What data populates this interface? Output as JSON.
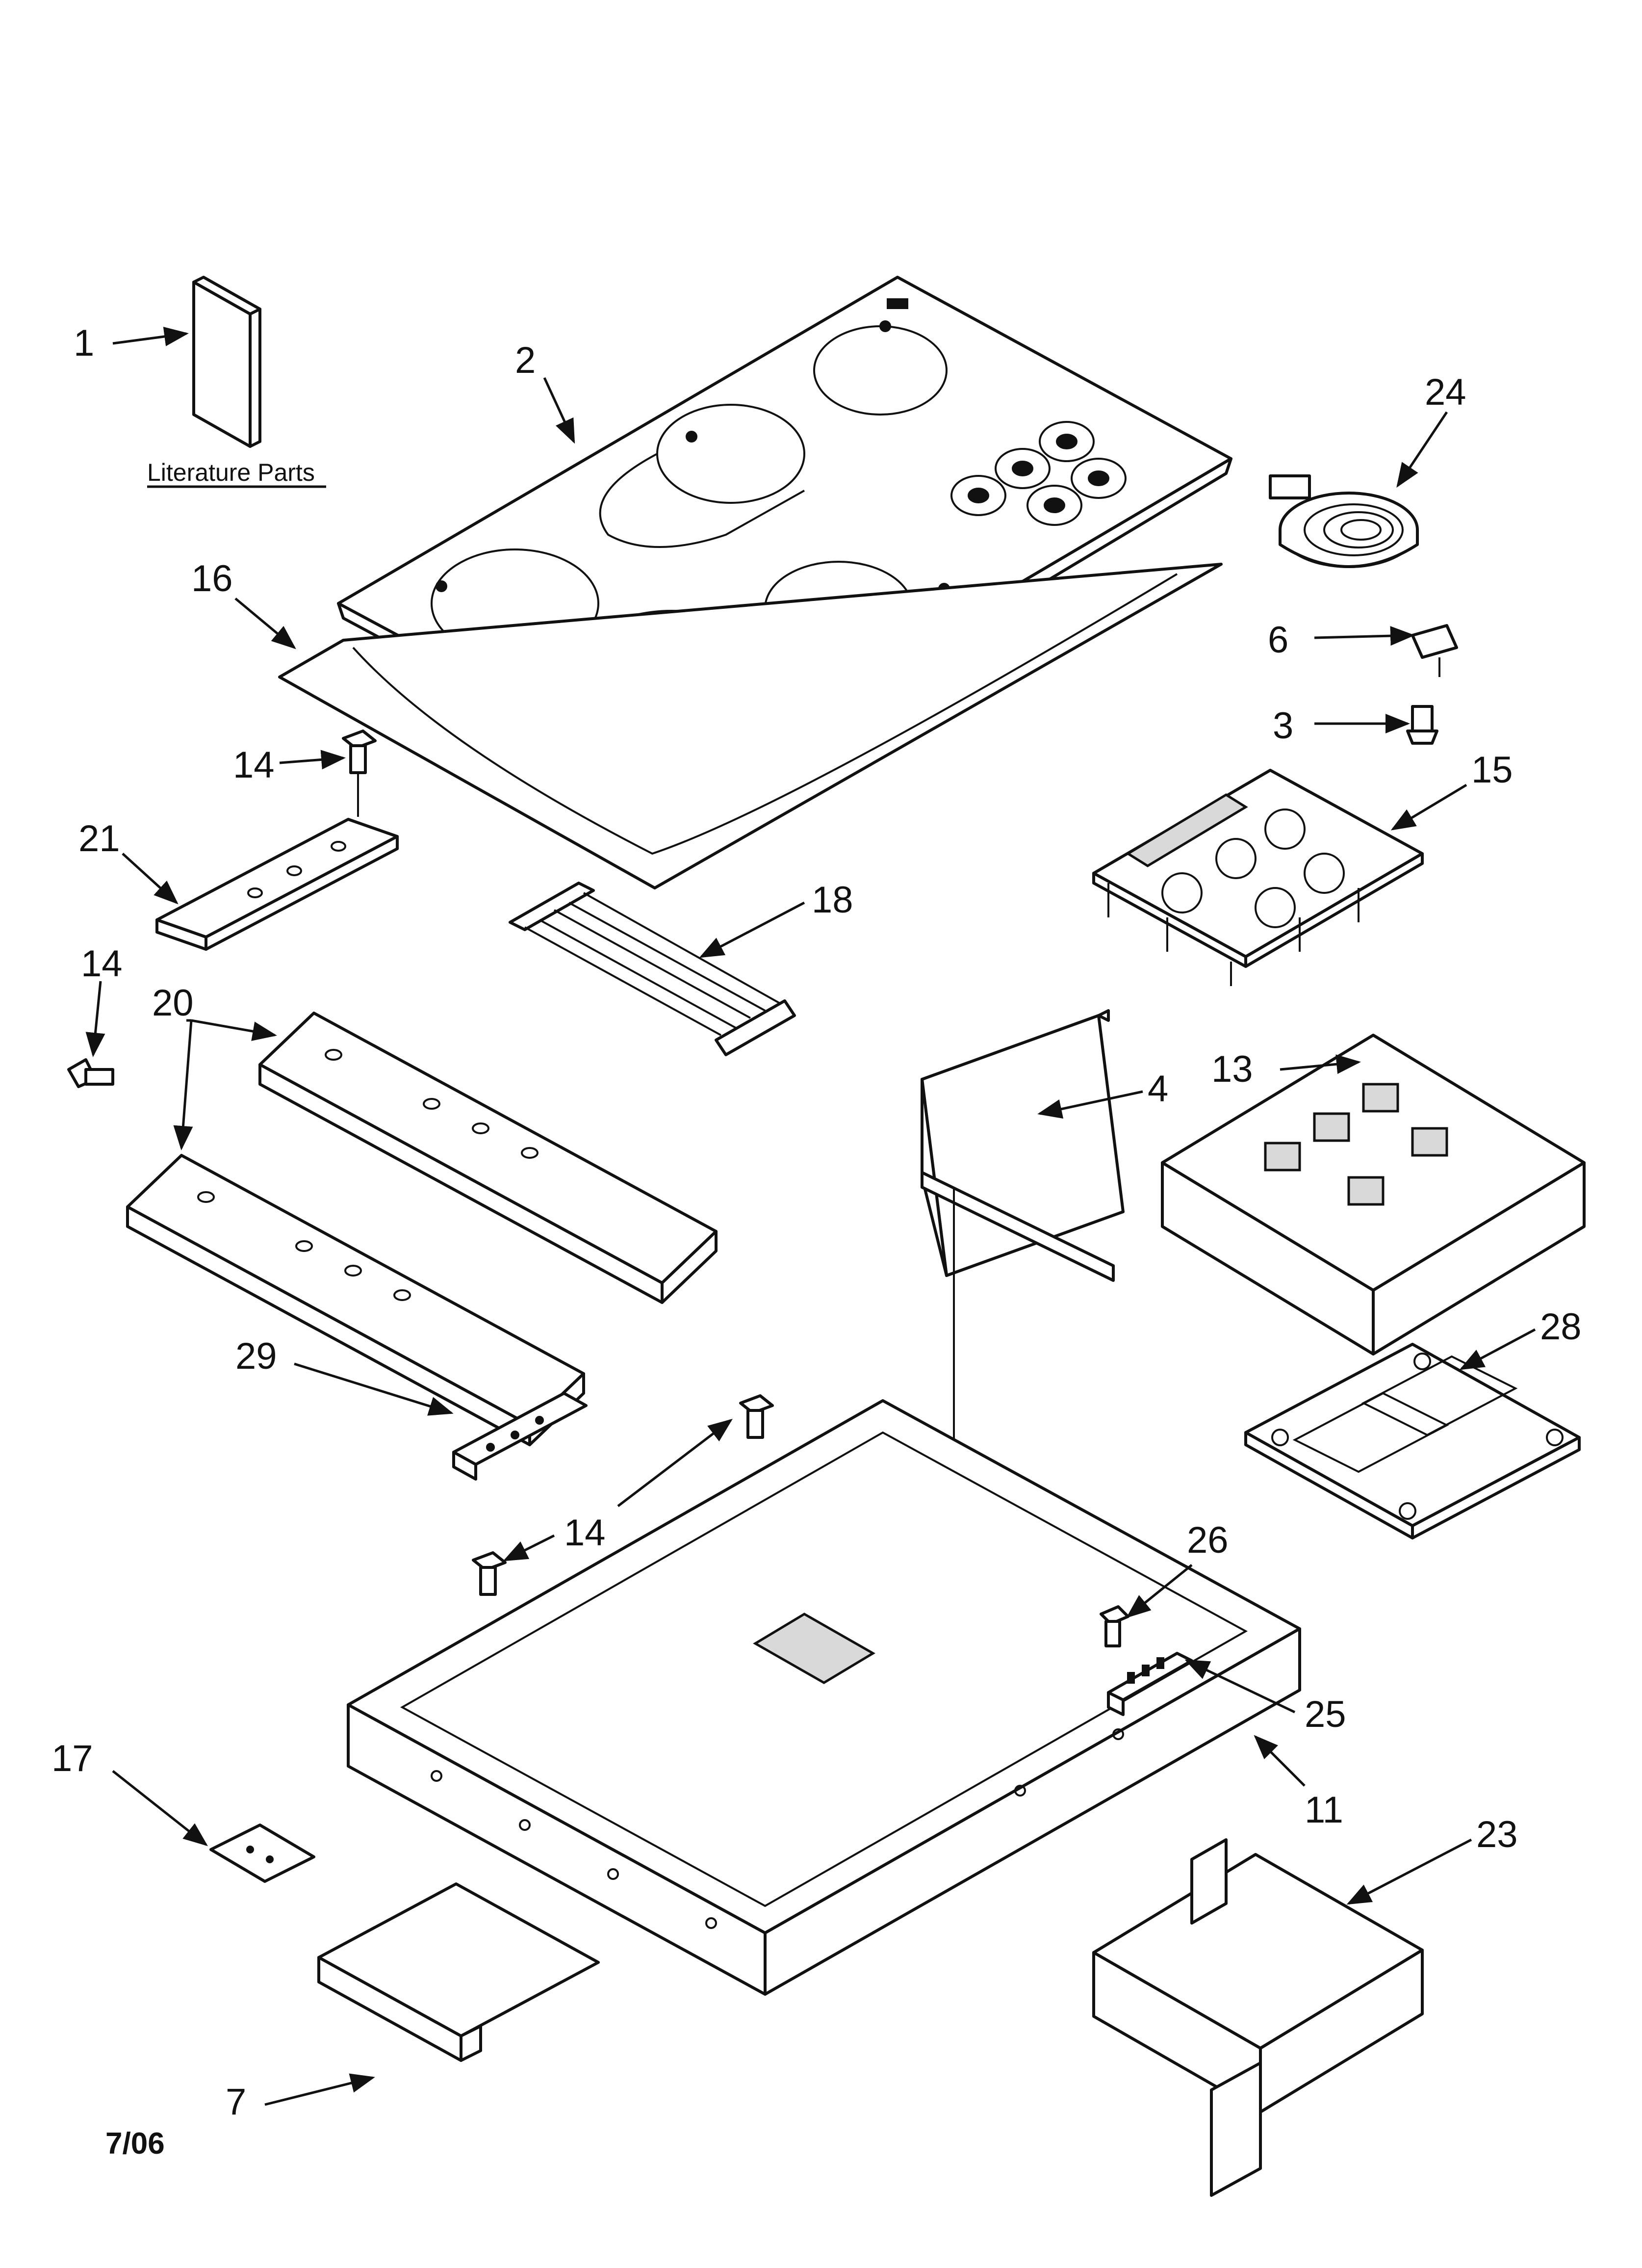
{
  "diagram": {
    "callouts": {
      "c1": "1",
      "c2": "2",
      "c24": "24",
      "c16": "16",
      "c6": "6",
      "c3": "3",
      "c14a": "14",
      "c15": "15",
      "c21": "21",
      "c18": "18",
      "c14b": "14",
      "c20": "20",
      "c13": "13",
      "c4": "4",
      "c29": "29",
      "c28": "28",
      "c14c": "14",
      "c26": "26",
      "c17": "17",
      "c25": "25",
      "c11": "11",
      "c23": "23",
      "c7": "7"
    },
    "literature_label": "Literature Parts",
    "date_code": "7/06"
  }
}
